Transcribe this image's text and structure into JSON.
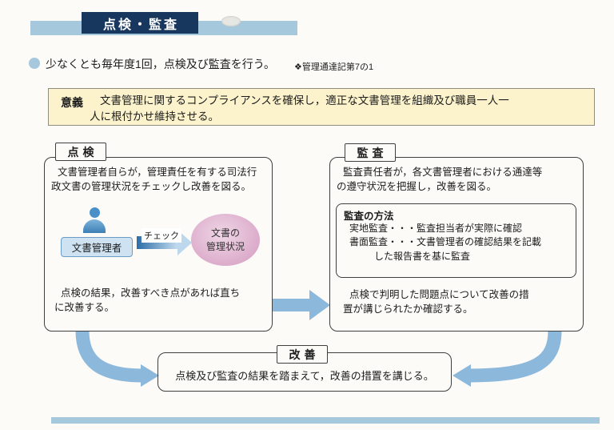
{
  "header": {
    "title": "点検・監査"
  },
  "intro": {
    "text": "少なくとも毎年度1回，点検及び監査を行う。",
    "reference": "❖管理通達記第7の1"
  },
  "significance": {
    "label": "意義",
    "text": "文書管理に関するコンプライアンスを確保し，適正な文書管理を組織及び職員一人一人に根付かせ維持させる。"
  },
  "inspection": {
    "label": "点検",
    "description": "文書管理者自らが，管理責任を有する司法行政文書の管理状況をチェックし改善を図る。",
    "manager_label": "文書管理者",
    "check_label": "チェック",
    "status_text": "文書の\n管理状況",
    "result": "点検の結果，改善すべき点があれば直ちに改善する。"
  },
  "audit": {
    "label": "監査",
    "description": "監査責任者が，各文書管理者における通達等の遵守状況を把握し，改善を図る。",
    "method": {
      "label": "監査の方法",
      "items": [
        "実地監査・・・監査担当者が実際に確認",
        "書面監査・・・文書管理者の確認結果を記載した報告書を基に監査"
      ]
    },
    "result": "点検で判明した問題点について改善の措置が講じられたか確認する。"
  },
  "improvement": {
    "label": "改善",
    "text": "点検及び監査の結果を踏まえて，改善の措置を講じる。"
  },
  "colors": {
    "accent_bar": "#a6c8dd",
    "title_bg": "#17375e",
    "highlight_box": "#fcf3cd",
    "manager_box": "#cfe2f1",
    "status_ellipse": "#dcaccb",
    "flow_arrow": "#8cb8dc"
  }
}
